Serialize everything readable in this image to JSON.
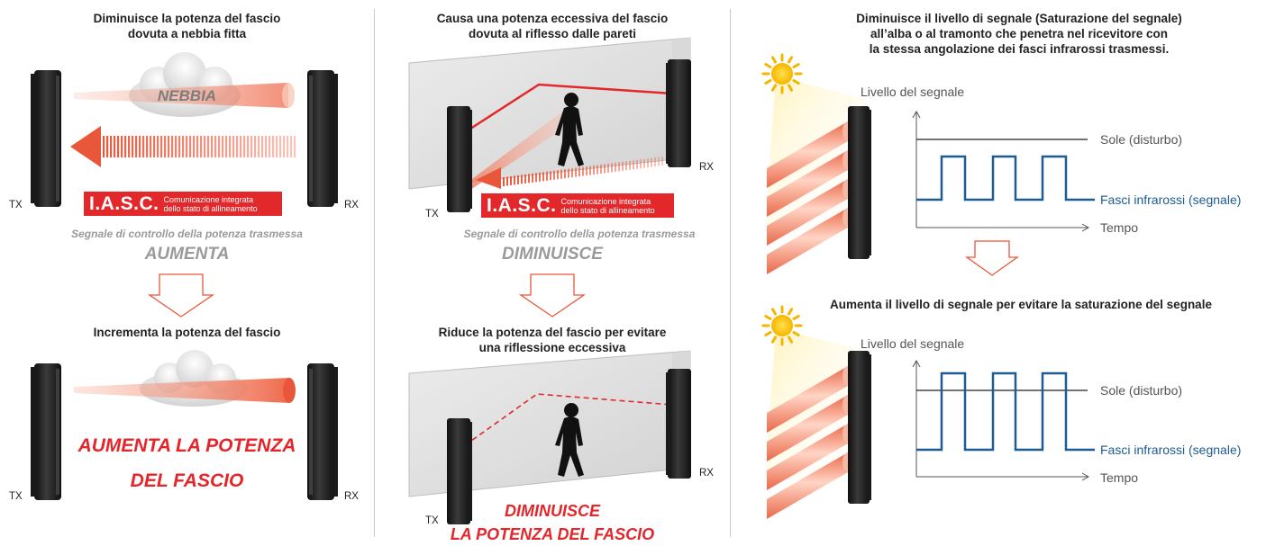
{
  "panel_fog": {
    "title_top": "Diminuisce la potenza del fascio\ndovuta a nebbia fitta",
    "fog_label": "NEBBIA",
    "tx": "TX",
    "rx": "RX",
    "iasc_big": "I.A.S.C.",
    "iasc_small": "Comunicazione integrata\ndello stato di allineamento",
    "control_signal": "Segnale di controllo della potenza trasmessa",
    "control_state": "AUMENTA",
    "title_bottom": "Incrementa la potenza del fascio",
    "result_line1": "AUMENTA LA POTENZA",
    "result_line2": "DEL FASCIO"
  },
  "panel_reflection": {
    "title_top": "Causa una potenza eccessiva del fascio\ndovuta al riflesso dalle pareti",
    "tx": "TX",
    "rx": "RX",
    "iasc_big": "I.A.S.C.",
    "iasc_small": "Comunicazione integrata\ndello stato di allineamento",
    "control_signal": "Segnale di controllo della potenza trasmessa",
    "control_state": "DIMINUISCE",
    "title_bottom": "Riduce la potenza del fascio per evitare\nuna riflessione eccessiva",
    "result_line1": "DIMINUISCE",
    "result_line2": "LA POTENZA DEL FASCIO"
  },
  "panel_sun": {
    "title_top": "Diminuisce il livello di segnale (Saturazione del segnale)\nall’alba o al tramonto che penetra nel ricevitore con\nla stessa angolazione dei fasci infrarossi trasmessi.",
    "title_bottom": "Aumenta il livello di segnale per evitare la saturazione del segnale",
    "graph_top": {
      "y_label": "Livello del segnale",
      "x_label": "Tempo",
      "noise_label": "Sole (disturbo)",
      "signal_label": "Fasci infrarossi (segnale)"
    },
    "graph_bottom": {
      "y_label": "Livello del segnale",
      "x_label": "Tempo",
      "noise_label": "Sole (disturbo)",
      "signal_label": "Fasci infrarossi (segnale)"
    }
  },
  "colors": {
    "accent_red": "#e3282b",
    "signal_blue": "#1d5b93",
    "beam_orange": "#f08a6c",
    "gray_text": "#9a9a9a"
  }
}
